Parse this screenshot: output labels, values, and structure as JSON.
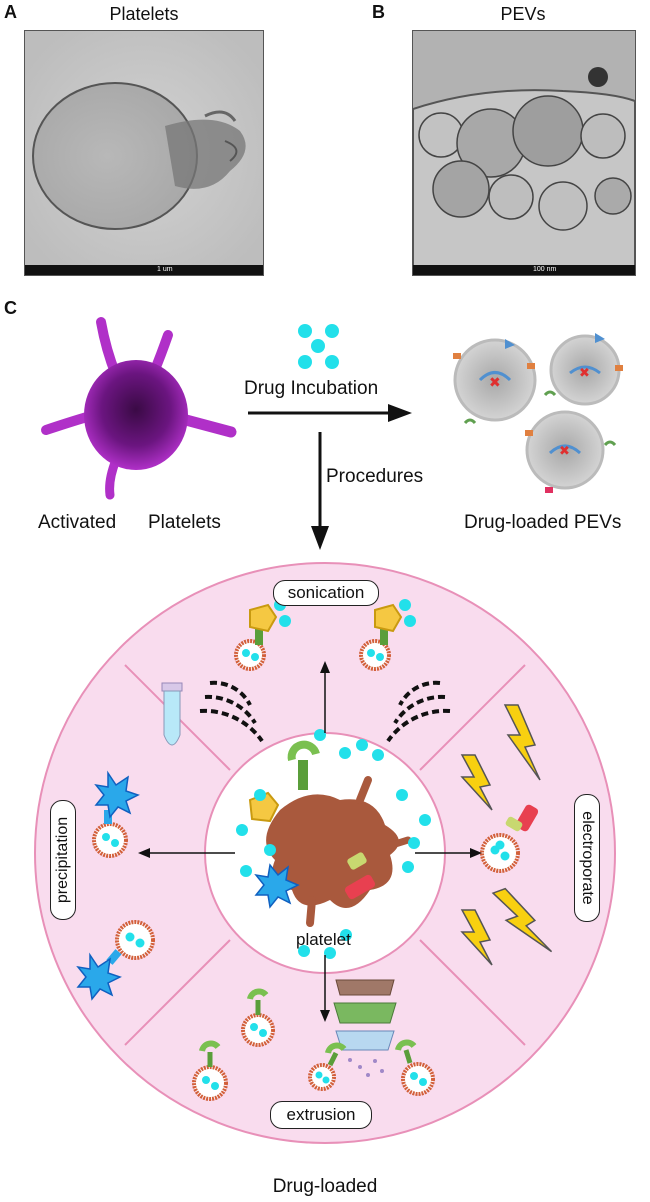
{
  "panels": {
    "a": {
      "letter": "A",
      "title": "Platelets",
      "scale": "1 um"
    },
    "b": {
      "letter": "B",
      "title": "PEVs",
      "scale": "100 nm"
    },
    "c": {
      "letter": "C"
    }
  },
  "flow": {
    "incubation": "Drug Incubation",
    "procedures": "Procedures",
    "activated": "Activated",
    "platelets": "Platelets",
    "product": "Drug-loaded PEVs"
  },
  "wheel": {
    "sonication": "sonication",
    "electroporate": "electroporate",
    "extrusion": "extrusion",
    "precipitation": "precipitation",
    "center": "platelet"
  },
  "footer": "Drug-loaded",
  "colors": {
    "wheel_fill": "#f9dcee",
    "wheel_stroke": "#e890b8",
    "drug": "#22e0ea",
    "vesicle": "#d2603a",
    "platelet_body": "#a9593d",
    "bolt": "#f8d010",
    "purple": "#a02ab8"
  }
}
